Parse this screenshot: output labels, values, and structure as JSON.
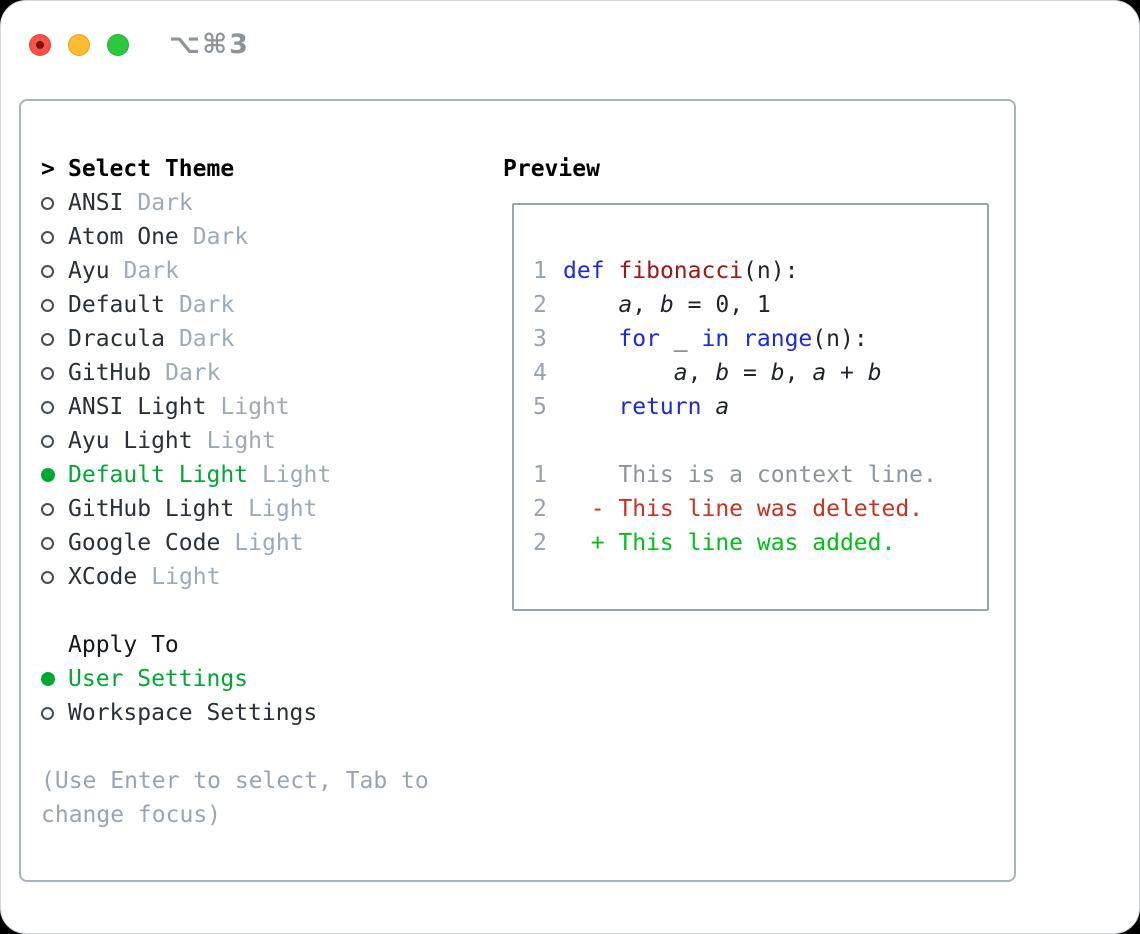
{
  "window": {
    "shortcut": "⌥⌘3"
  },
  "traffic_lights": {
    "red": "#f9524a",
    "yellow": "#fdbc2e",
    "green": "#2dc83e"
  },
  "theme_picker": {
    "heading_marker": ">",
    "heading": "Select Theme",
    "themes": [
      {
        "name": "ANSI",
        "variant": "Dark",
        "selected": false
      },
      {
        "name": "Atom One",
        "variant": "Dark",
        "selected": false
      },
      {
        "name": "Ayu",
        "variant": "Dark",
        "selected": false
      },
      {
        "name": "Default",
        "variant": "Dark",
        "selected": false
      },
      {
        "name": "Dracula",
        "variant": "Dark",
        "selected": false
      },
      {
        "name": "GitHub",
        "variant": "Dark",
        "selected": false
      },
      {
        "name": "ANSI Light",
        "variant": "Light",
        "selected": false
      },
      {
        "name": "Ayu Light",
        "variant": "Light",
        "selected": false
      },
      {
        "name": "Default Light",
        "variant": "Light",
        "selected": true
      },
      {
        "name": "GitHub Light",
        "variant": "Light",
        "selected": false
      },
      {
        "name": "Google Code",
        "variant": "Light",
        "selected": false
      },
      {
        "name": "XCode",
        "variant": "Light",
        "selected": false
      }
    ],
    "apply_to": {
      "heading": "Apply To",
      "options": [
        {
          "label": "User Settings",
          "selected": true
        },
        {
          "label": "Workspace Settings",
          "selected": false
        }
      ]
    },
    "hint_lines": [
      "(Use Enter to select, Tab to",
      "change focus)"
    ]
  },
  "preview": {
    "heading": "Preview",
    "code_lines": [
      {
        "num": "1",
        "tokens": [
          {
            "t": "def",
            "c": "kw"
          },
          {
            "t": " ",
            "c": "p"
          },
          {
            "t": "fibonacci",
            "c": "fn"
          },
          {
            "t": "(n):",
            "c": "p"
          }
        ]
      },
      {
        "num": "2",
        "tokens": [
          {
            "t": "    ",
            "c": "p"
          },
          {
            "t": "a",
            "c": "var"
          },
          {
            "t": ", ",
            "c": "p"
          },
          {
            "t": "b",
            "c": "var"
          },
          {
            "t": " = 0, 1",
            "c": "p"
          }
        ]
      },
      {
        "num": "3",
        "tokens": [
          {
            "t": "    ",
            "c": "p"
          },
          {
            "t": "for",
            "c": "kw"
          },
          {
            "t": " _ ",
            "c": "p"
          },
          {
            "t": "in",
            "c": "kw"
          },
          {
            "t": " ",
            "c": "p"
          },
          {
            "t": "range",
            "c": "kw"
          },
          {
            "t": "(n):",
            "c": "p"
          }
        ]
      },
      {
        "num": "4",
        "tokens": [
          {
            "t": "        ",
            "c": "p"
          },
          {
            "t": "a",
            "c": "var"
          },
          {
            "t": ", ",
            "c": "p"
          },
          {
            "t": "b",
            "c": "var"
          },
          {
            "t": " = ",
            "c": "p"
          },
          {
            "t": "b",
            "c": "var"
          },
          {
            "t": ", ",
            "c": "p"
          },
          {
            "t": "a",
            "c": "var"
          },
          {
            "t": " + ",
            "c": "p"
          },
          {
            "t": "b",
            "c": "var"
          }
        ]
      },
      {
        "num": "5",
        "tokens": [
          {
            "t": "    ",
            "c": "p"
          },
          {
            "t": "return",
            "c": "kw"
          },
          {
            "t": " ",
            "c": "p"
          },
          {
            "t": "a",
            "c": "var"
          }
        ]
      }
    ],
    "diff_lines": [
      {
        "num": "1",
        "text": "    This is a context line.",
        "kind": "context"
      },
      {
        "num": "2",
        "text": "  - This line was deleted.",
        "kind": "deleted"
      },
      {
        "num": "2",
        "text": "  + This line was added.",
        "kind": "added"
      }
    ]
  },
  "colors": {
    "selection_green": "#00a733",
    "keyword_blue": "#1b28dc",
    "function_red": "#a31515",
    "diff_deleted_red": "#c8321f",
    "diff_added_green": "#00bf18",
    "diff_context_gray": "#8b949d",
    "variant_gray": "#9daab6",
    "hint_gray": "#9aa4b0",
    "panel_border": "#aab3bd",
    "preview_border": "#9aa3ad"
  }
}
